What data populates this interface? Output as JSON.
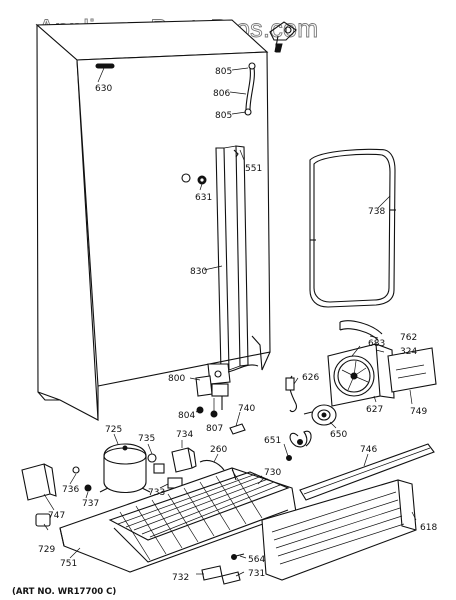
{
  "watermark": "AppliancePartsPros.com",
  "art_no": "(ART NO. WR17700 C)",
  "callouts": {
    "c805a": "805",
    "c806": "806",
    "c805b": "805",
    "c630": "630",
    "c551": "551",
    "c631": "631",
    "c738": "738",
    "c830": "830",
    "c762": "762",
    "c683": "683",
    "c324": "324",
    "c626": "626",
    "c800": "800",
    "c627": "627",
    "c749": "749",
    "c804": "804",
    "c807": "807",
    "c740": "740",
    "c650": "650",
    "c651": "651",
    "c725": "725",
    "c735": "735",
    "c734": "734",
    "c260": "260",
    "c746": "746",
    "c730": "730",
    "c736": "736",
    "c737": "737",
    "c733": "733",
    "c747": "747",
    "c618": "618",
    "c729": "729",
    "c751": "751",
    "c564": "564",
    "c732": "732",
    "c731": "731"
  }
}
